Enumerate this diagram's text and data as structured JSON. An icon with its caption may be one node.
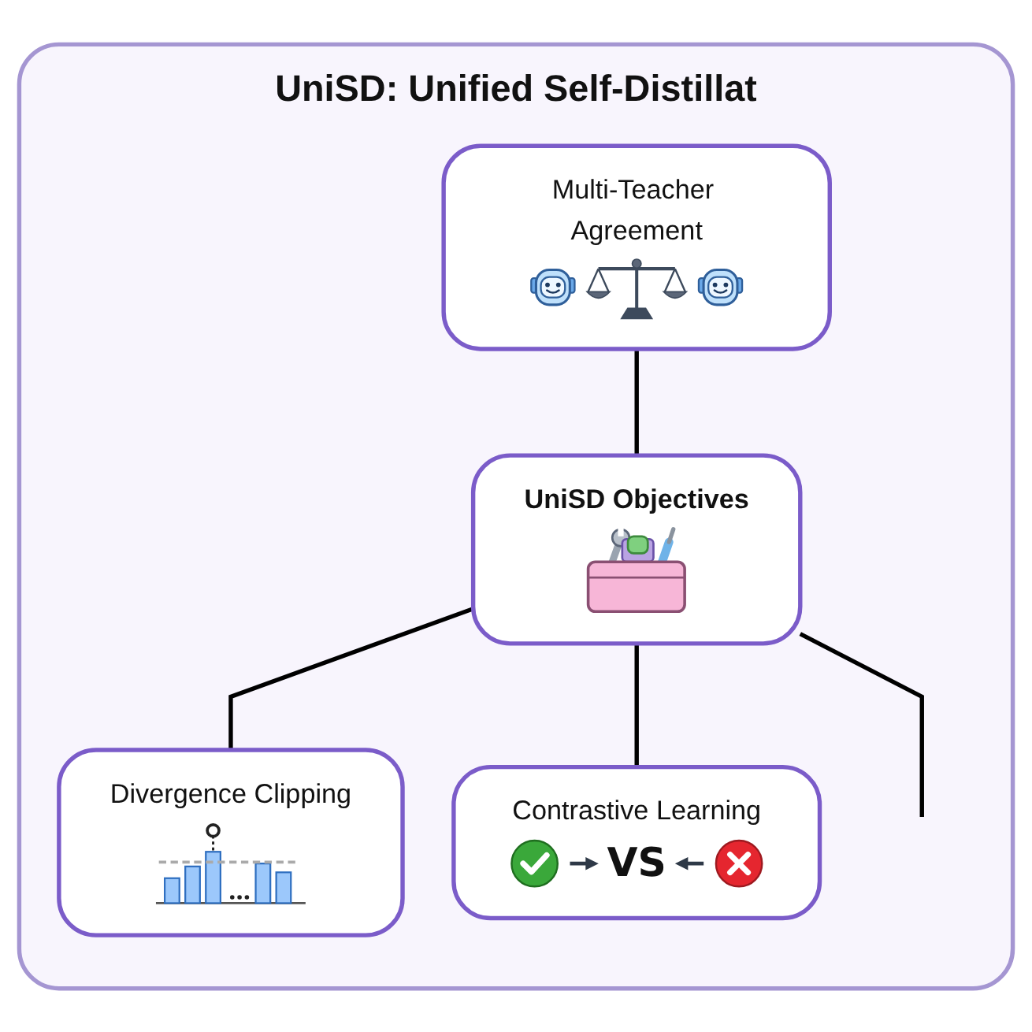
{
  "diagram": {
    "nodes": [
      {
        "text": [
          "UniSD: Unified Self-Distillat"
        ]
      },
      {
        "text": [
          "Multi-Teacher Agreement"
        ],
        "in": 0
      },
      {
        "text": [
          "UniSD Objectives"
        ],
        "in": 0
      },
      {
        "text": [
          "Divergence Clipping"
        ],
        "in": 0
      },
      {
        "text": [
          "Contrastive Learning",
          "VS"
        ],
        "in": 0
      }
    ],
    "edges": [
      {
        "from": 1,
        "to": 2,
        "arrow": "none"
      },
      {
        "from": 2,
        "to": 3,
        "arrow": "none"
      },
      {
        "from": 2,
        "to": 4,
        "arrow": "none"
      },
      {
        "from": 2,
        "to": null,
        "arrow": "none"
      }
    ]
  }
}
